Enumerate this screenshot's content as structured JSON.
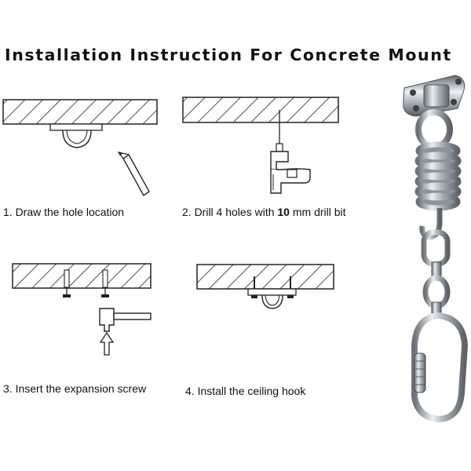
{
  "title": "Installation Instruction For Concrete  Mount",
  "steps": [
    {
      "text": "1. Draw the hole location"
    },
    {
      "text_before": "2. Drill 4 holes with ",
      "highlight": "10",
      "text_after": " mm drill bit"
    },
    {
      "text": "3. Insert the expansion screw"
    },
    {
      "text": "4. Install the ceiling hook"
    }
  ]
}
